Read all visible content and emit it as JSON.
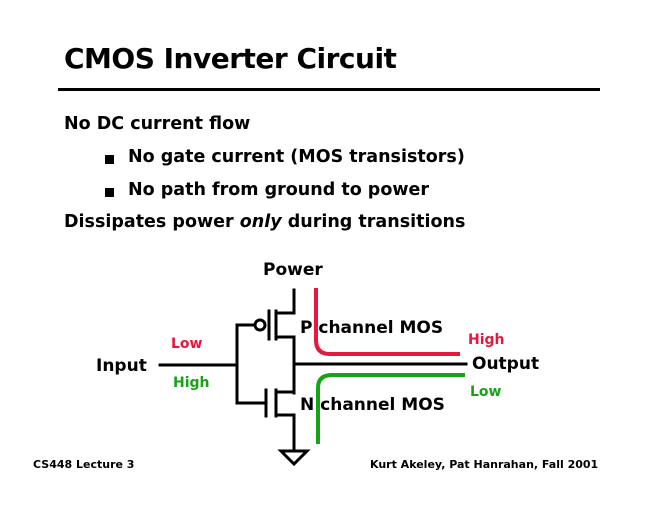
{
  "slide": {
    "title": "CMOS Inverter Circuit",
    "bullets": {
      "l1": "No DC current flow",
      "l2": "No gate current (MOS transistors)",
      "l3": "No path from ground to power",
      "l4_pre": "Dissipates power ",
      "l4_em": "only",
      "l4_post": " during transitions"
    },
    "diagram": {
      "power_label": "Power",
      "input_label": "Input",
      "output_label": "Output",
      "pmos_label": "P channel MOS",
      "nmos_label": "N channel MOS",
      "input_low": "Low",
      "input_high": "High",
      "output_high": "High",
      "output_low": "Low",
      "colors": {
        "red": "#e8173c",
        "green": "#16a316"
      }
    },
    "footer": {
      "left": "CS448 Lecture 3",
      "right": "Kurt Akeley, Pat Hanrahan, Fall 2001"
    }
  }
}
